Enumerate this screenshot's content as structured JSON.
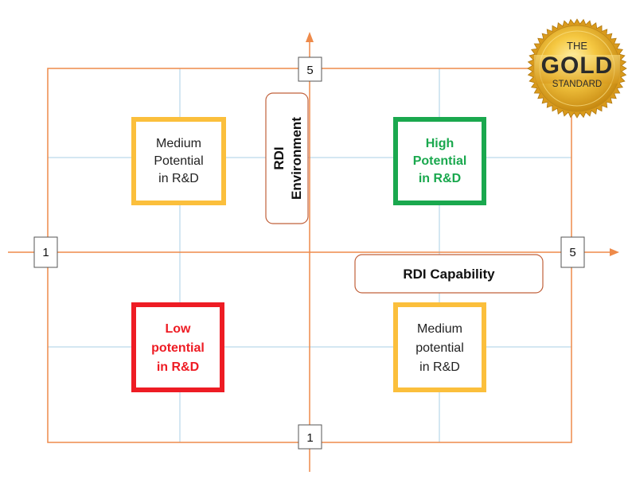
{
  "axes": {
    "x_min": "1",
    "x_max": "5",
    "y_min": "1",
    "y_max": "5",
    "x_label": "RDI Capability",
    "y_label_lines": [
      "RDI",
      "Environment"
    ]
  },
  "quadrants": {
    "top_left": {
      "lines": [
        "Medium",
        "Potential",
        "in R&D"
      ],
      "border_color": "#fbbf3c",
      "text_color": "#222222",
      "bold": false
    },
    "top_right": {
      "lines": [
        "High",
        "Potential",
        "in R&D"
      ],
      "border_color": "#1aa84e",
      "text_color": "#1aa84e",
      "bold": true
    },
    "bottom_left": {
      "lines": [
        "Low",
        "potential",
        "in R&D"
      ],
      "border_color": "#ee1c24",
      "text_color": "#ee1c24",
      "bold": true
    },
    "bottom_right": {
      "lines": [
        "Medium",
        "potential",
        "in R&D"
      ],
      "border_color": "#fbbf3c",
      "text_color": "#222222",
      "bold": false
    }
  },
  "badge": {
    "line1": "THE",
    "line2": "GOLD",
    "line3": "STANDARD"
  },
  "colors": {
    "axis": "#ee8a4a",
    "grid": "#a9cfe6",
    "gold": "#e9b12a"
  }
}
